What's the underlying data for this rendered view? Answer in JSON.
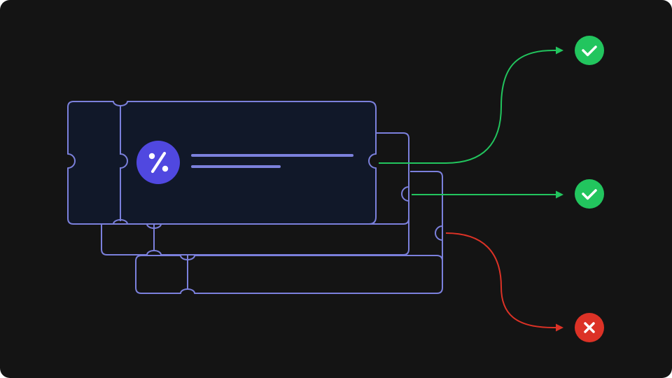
{
  "colors": {
    "background": "#141414",
    "ticket_outline": "#7B80DC",
    "ticket_fill_front": "#111829",
    "discount_badge": "#5048E0",
    "text_bars": "#7B80DC",
    "valid_flow": "#22C55E",
    "invalid_flow": "#DC3226",
    "glyph": "#FFFFFF"
  },
  "icons": {
    "badge": "percent-icon",
    "valid": "check-icon",
    "invalid": "cross-icon"
  },
  "tickets": [
    {
      "layer": "front",
      "status": "valid"
    },
    {
      "layer": "middle",
      "status": "valid"
    },
    {
      "layer": "back",
      "status": "invalid"
    }
  ]
}
